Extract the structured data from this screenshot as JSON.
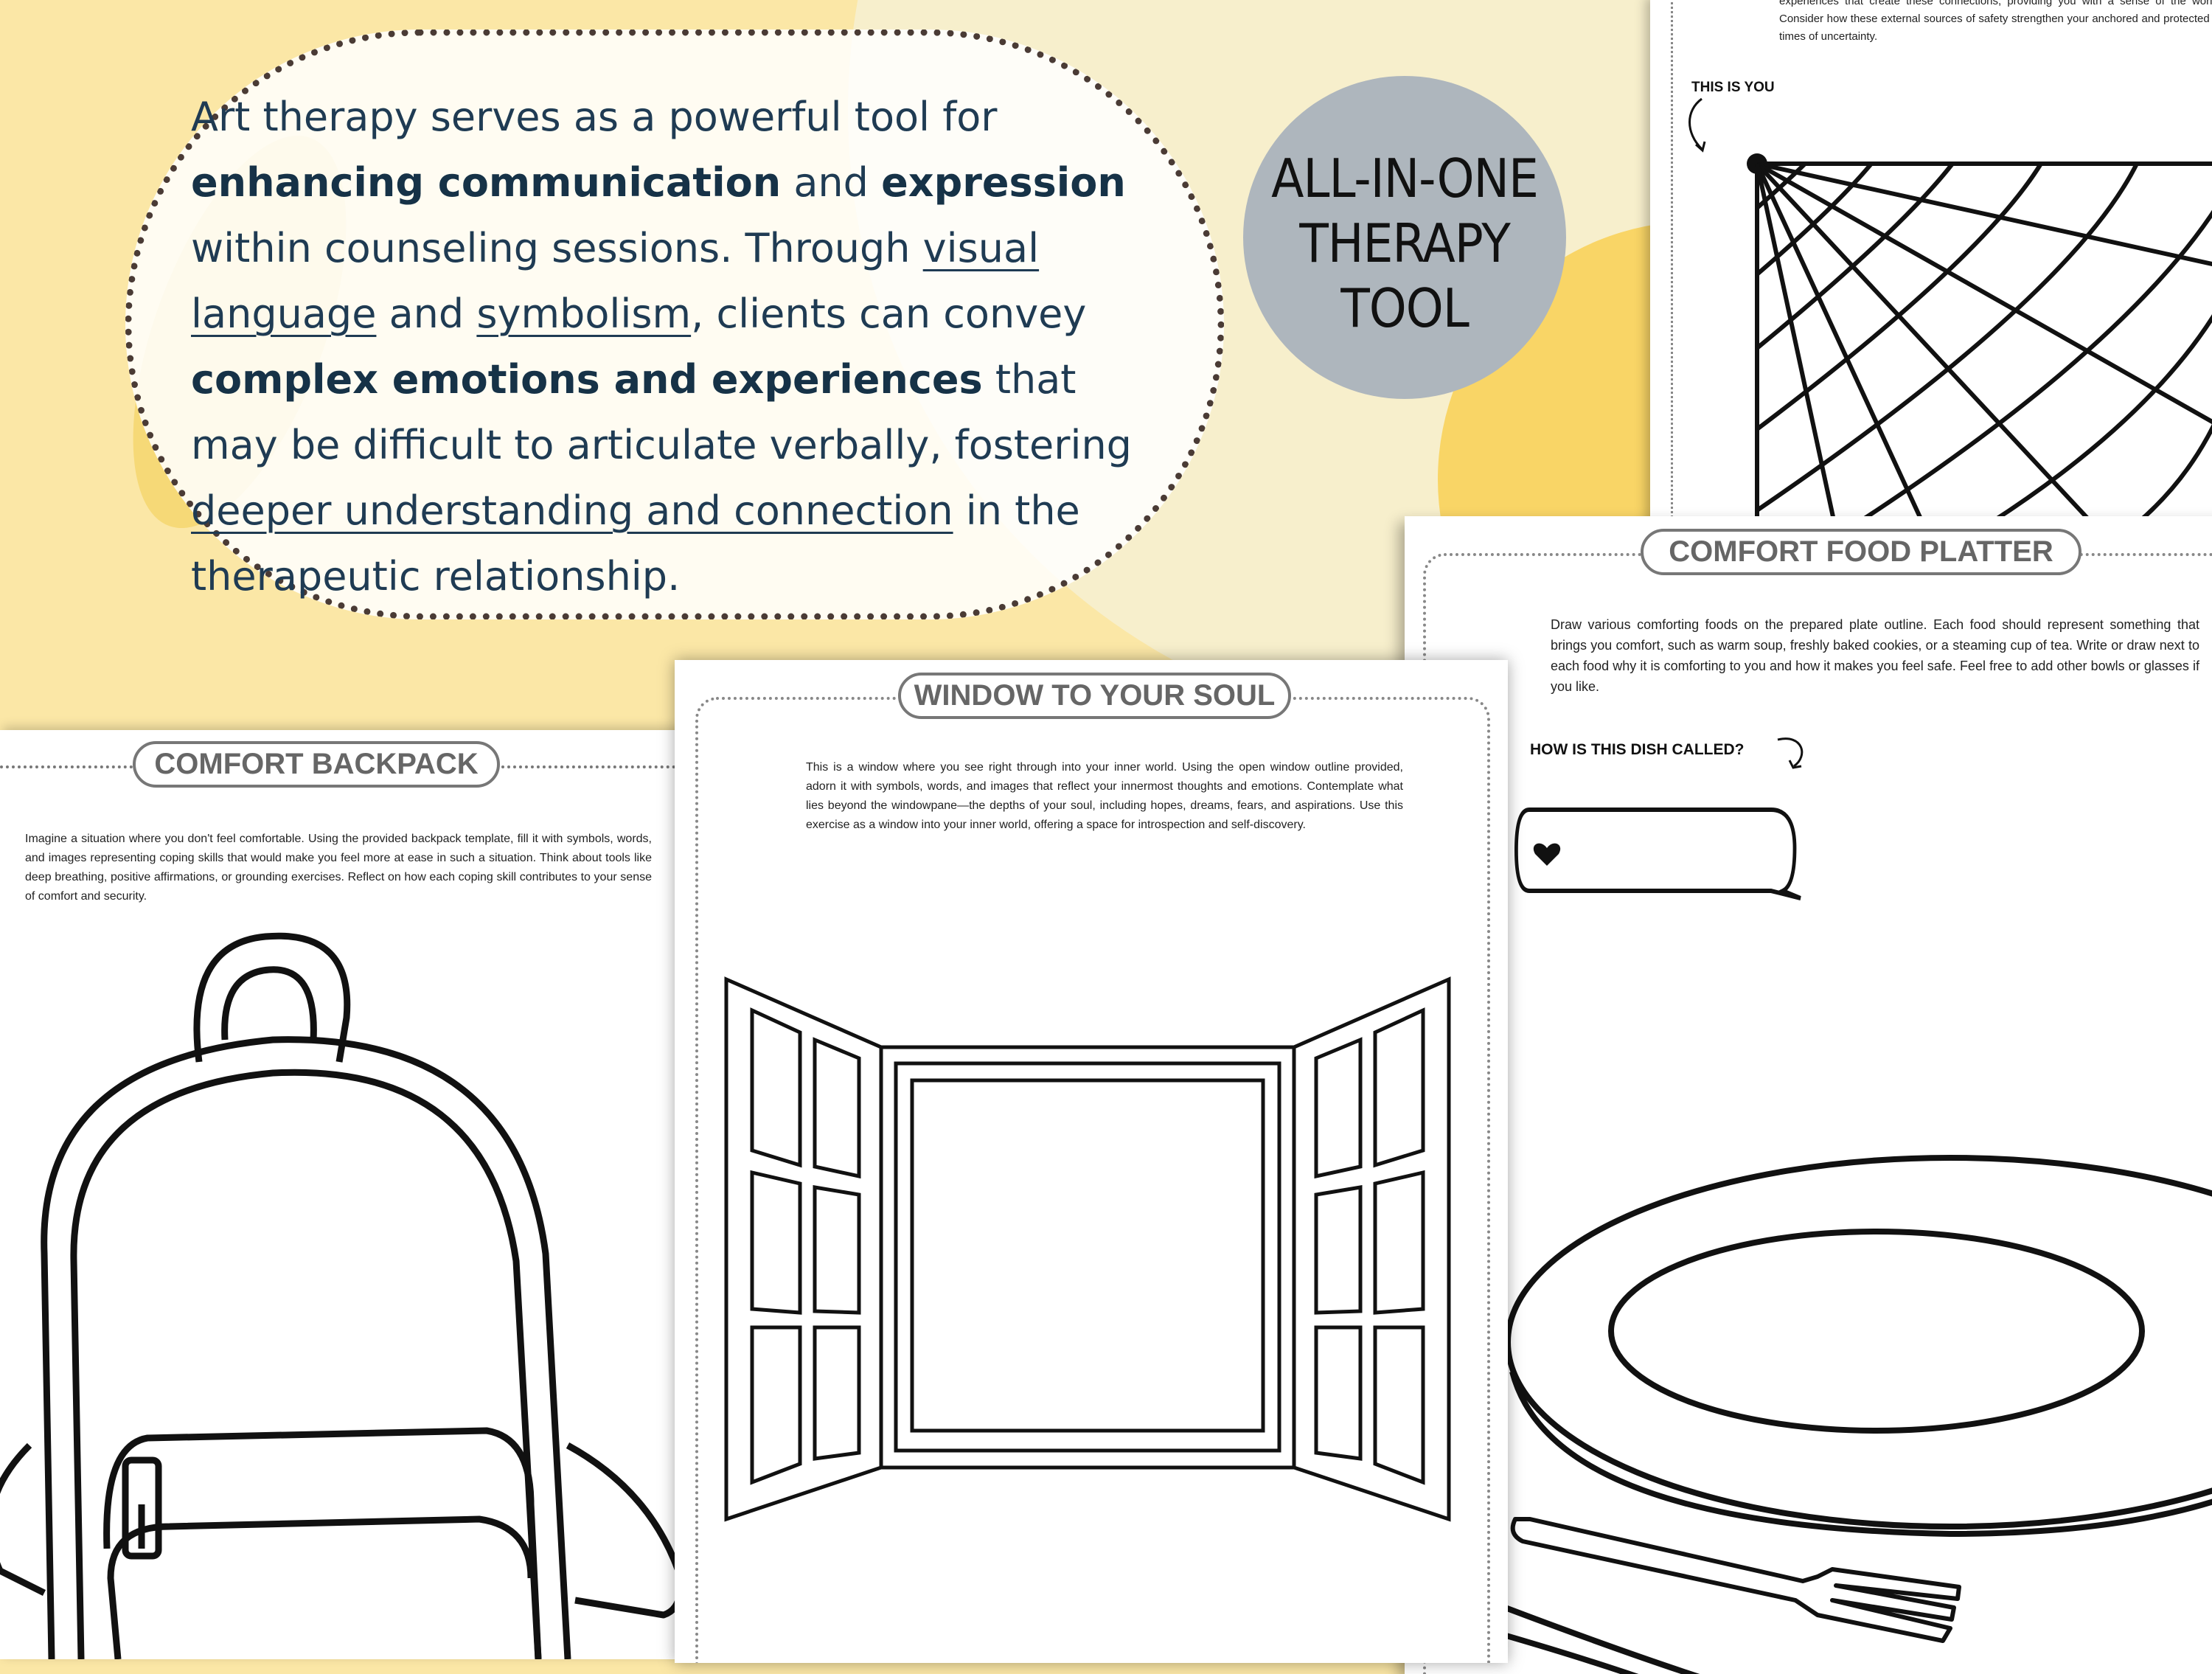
{
  "intro": {
    "line1": "Art therapy serves as a powerful tool for",
    "bold1": "enhancing communication",
    "and1": " and ",
    "bold2": "expression",
    "line3a": "within counseling sessions. Through ",
    "u1": "visual language",
    "and2": " and ",
    "u2": "symbolism",
    "line4b": ", clients can convey",
    "bold3": "complex emotions and experiences",
    "line5b": " that may be difficult to articulate verbally, fostering",
    "u3": "deeper understanding and connection",
    "line7b": " in the therapeutic relationship."
  },
  "badge": {
    "line1": "ALL-IN-ONE",
    "line2": "THERAPY",
    "line3": "TOOL"
  },
  "web_sheet": {
    "text": "experiences that create these connections, providing you with a sense of the world. Consider how these external sources of safety strengthen your anchored and protected in times of uncertainty.",
    "pointer_label": "THIS IS YOU"
  },
  "food_sheet": {
    "title": "COMFORT FOOD PLATTER",
    "text": "Draw various comforting foods on the prepared plate outline. Each food should represent something that brings you comfort, such as warm soup, freshly baked cookies, or a steaming cup of tea. Write or draw next to each food why it is comforting to you and how it makes you feel safe. Feel free to add other bowls or glasses if you like.",
    "question": "HOW IS THIS DISH CALLED?"
  },
  "window_sheet": {
    "title": "WINDOW TO YOUR SOUL",
    "text": "This is a window where you see right through into your inner world. Using the open window outline provided, adorn it with symbols, words, and images that reflect your innermost thoughts and emotions. Contemplate what lies beyond the windowpane—the depths of your soul, including hopes, dreams, fears, and aspirations. Use this exercise as a window into your inner world, offering a space for introspection and self-discovery."
  },
  "backpack_sheet": {
    "title": "COMFORT BACKPACK",
    "text": "Imagine a situation where you don't feel comfortable. Using the provided backpack template, fill it with symbols, words, and images representing coping skills that would make you feel more at ease in such a situation. Think about tools like deep breathing, positive affirmations, or grounding exercises. Reflect on how each coping skill contributes to your sense of comfort and security."
  },
  "colors": {
    "background": "#fbe7a6",
    "text_navy": "#1f3b53",
    "badge": "#aeb6bd"
  }
}
